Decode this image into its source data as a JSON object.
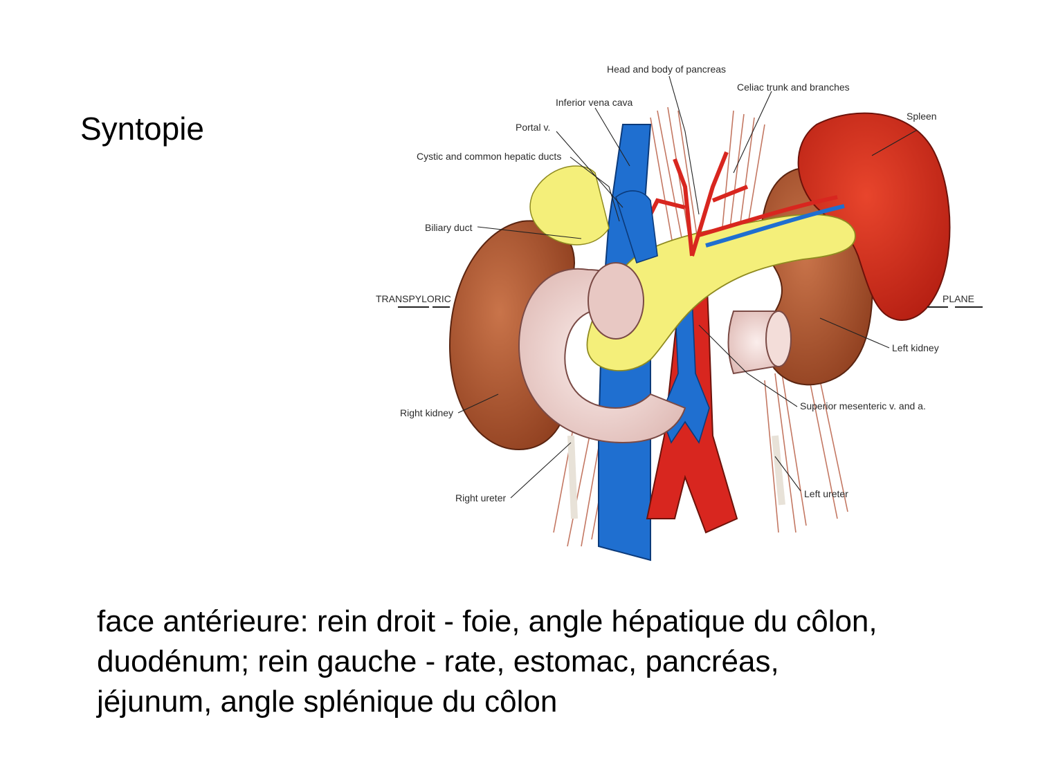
{
  "slide": {
    "title": "Syntopie",
    "caption_lines": [
      "face antérieure: rein droit - foie, angle hépatique du côlon,",
      "duodénum; rein gauche - rate, estomac, pancréas,",
      "jéjunum, angle splénique du côlon"
    ]
  },
  "figure": {
    "labels": {
      "head_body_pancreas": "Head and body of pancreas",
      "celiac_trunk": "Celiac trunk and branches",
      "inferior_vena_cava": "Inferior vena cava",
      "spleen": "Spleen",
      "portal_v": "Portal v.",
      "cystic_hepatic_ducts": "Cystic and common hepatic ducts",
      "biliary_duct": "Biliary duct",
      "transpyloric": "TRANSPYLORIC",
      "plane": "PLANE",
      "left_kidney": "Left kidney",
      "superior_mesenteric": "Superior mesenteric v. and a.",
      "right_kidney": "Right kidney",
      "right_ureter": "Right ureter",
      "left_ureter": "Left ureter"
    },
    "colors": {
      "vein": "#1f6fd0",
      "artery": "#d8261f",
      "kidney": "#b35a30",
      "spleen": "#d8341f",
      "pancreas": "#f4ef7a",
      "duodenum": "#f1d6d3",
      "muscle_fibers": "#b04a2e"
    }
  }
}
